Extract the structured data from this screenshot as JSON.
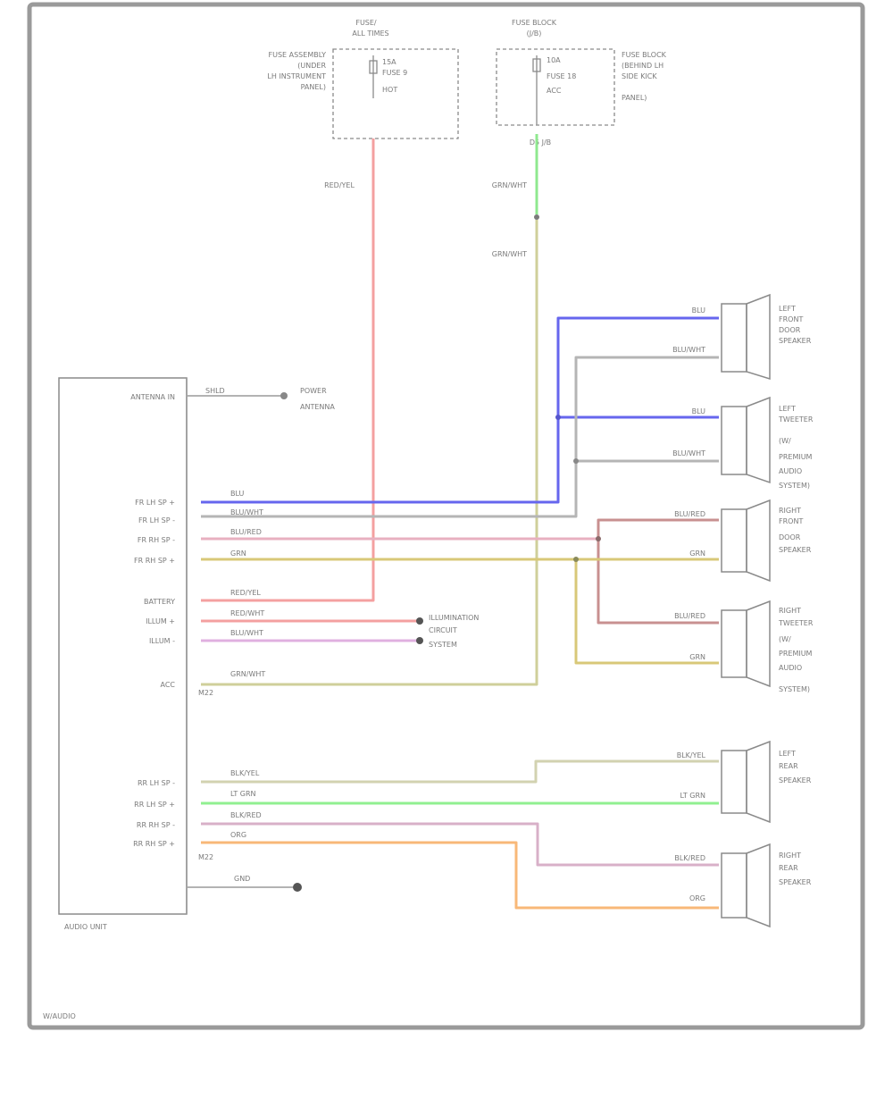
{
  "colors": {
    "frame": "#9a9a9a",
    "red": "#f4a0a0",
    "green": "#7de07d",
    "tan": "#cfcf9a",
    "blue": "#6666ee",
    "gray": "#b5b5b5",
    "pink": "#e8a8c0",
    "olive_yellow": "#d8c070",
    "brown": "#c89090",
    "magenta": "#e0b0e0",
    "light_green": "#90f090",
    "orange": "#f8b878",
    "dark_red": "#d08080"
  },
  "top_left_fuse": {
    "title": [
      "FUSE/",
      "ALL TIMES"
    ],
    "desc": [
      "FUSE ASSEMBLY",
      "(UNDER",
      "LH INSTRUMENT",
      "PANEL)"
    ],
    "inner": [
      "15A",
      "FUSE 9",
      "HOT"
    ],
    "wire_label": "RED/YEL"
  },
  "top_right_fuse": {
    "title": [
      "FUSE BLOCK",
      "(J/B)"
    ],
    "desc": [
      "FUSE BLOCK",
      "(BEHIND LH",
      "SIDE KICK",
      "PANEL)"
    ],
    "inner": [
      "10A",
      "FUSE 18",
      "ACC"
    ],
    "connector_label": "D5 J/B",
    "wire_label_top": "GRN/WHT",
    "wire_label_bottom": "GRN/WHT"
  },
  "audio_unit": {
    "name": "AUDIO UNIT",
    "pins_top": [
      "ANTENNA IN",
      "FR LH SP +",
      "FR LH SP -",
      "FR RH SP -",
      "FR RH SP +",
      "BATTERY",
      "ILLUM +",
      "ILLUM -",
      "ACC"
    ],
    "pins_bottom": [
      "RR LH SP -",
      "RR LH SP +",
      "RR RH SP -",
      "RR RH SP +"
    ],
    "wires_top": [
      "SHLD",
      "BLU",
      "BLU/WHT",
      "BLU/RED",
      "GRN",
      "RED/YEL",
      "RED/WHT",
      "BLU/WHT",
      "GRN/WHT"
    ],
    "wires_bottom": [
      "BLK/YEL",
      "LT GRN",
      "BLK/RED",
      "ORG"
    ],
    "ground_label": "GND",
    "antenna_target": [
      "POWER",
      "ANTENNA"
    ],
    "illum_target": [
      "ILLUMINATION",
      "CIRCUIT",
      "SYSTEM"
    ],
    "connector_tag": "M22",
    "connector_tag2": "M22"
  },
  "speakers": {
    "fl_front": {
      "name": [
        "LEFT",
        "FRONT",
        "DOOR",
        "SPEAKER"
      ],
      "wire1": "BLU",
      "wire2": "BLU/WHT"
    },
    "fl_tweeter": {
      "name": [
        "LEFT",
        "TWEETER",
        "(W/",
        "PREMIUM",
        "AUDIO",
        "SYSTEM)"
      ],
      "wire1": "BLU",
      "wire2": "BLU/WHT"
    },
    "fr_front": {
      "name": [
        "RIGHT",
        "FRONT",
        "DOOR",
        "SPEAKER"
      ],
      "wire1": "BLU/RED",
      "wire2": "GRN"
    },
    "fr_tweeter": {
      "name": [
        "RIGHT",
        "TWEETER",
        "(W/",
        "PREMIUM",
        "AUDIO",
        "SYSTEM)"
      ],
      "wire1": "BLU/RED",
      "wire2": "GRN"
    },
    "rl": {
      "name": [
        "LEFT",
        "REAR",
        "SPEAKER"
      ],
      "wire1": "BLK/YEL",
      "wire2": "LT GRN"
    },
    "rr": {
      "name": [
        "RIGHT",
        "REAR",
        "SPEAKER"
      ],
      "wire1": "BLK/RED",
      "wire2": "ORG"
    }
  },
  "ground_bottom_label": "GND",
  "diagram_id": "W/AUDIO"
}
